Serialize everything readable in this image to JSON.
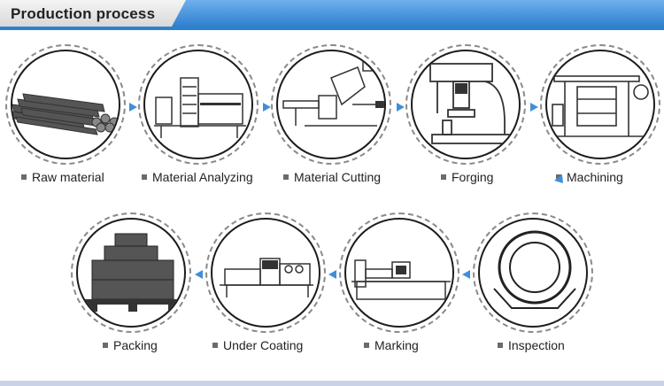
{
  "header": {
    "title": "Production process"
  },
  "colors": {
    "accent": "#3f8fd9",
    "dark": "#1d1d1d",
    "gray": "#6b6b6b"
  },
  "steps": [
    {
      "label": "Raw material",
      "icon": "steel-bars-icon"
    },
    {
      "label": "Material Analyzing",
      "icon": "spectrometer-icon"
    },
    {
      "label": "Material Cutting",
      "icon": "saw-machine-icon"
    },
    {
      "label": "Forging",
      "icon": "forging-press-icon"
    },
    {
      "label": "Machining",
      "icon": "lathe-machine-icon"
    },
    {
      "label": "Inspection",
      "icon": "ring-part-icon"
    },
    {
      "label": "Marking",
      "icon": "marking-machine-icon"
    },
    {
      "label": "Under Coating",
      "icon": "coating-line-icon"
    },
    {
      "label": "Packing",
      "icon": "pallet-boxes-icon"
    }
  ]
}
